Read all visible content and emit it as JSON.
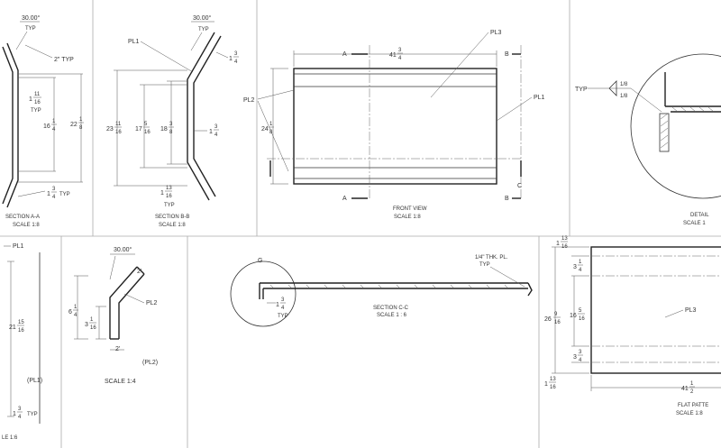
{
  "views": {
    "section_aa": {
      "title": "SECTION A-A",
      "scale": "SCALE 1:8",
      "angle_callout": "30.00°",
      "angle_typ": "TYP",
      "flange_callout": "2\" TYP",
      "dims": {
        "d1_whole": "1",
        "d1_num": "11",
        "d1_den": "16",
        "d1_note": "TYP",
        "d2_whole": "16",
        "d2_num": "1",
        "d2_den": "4",
        "d3_whole": "22",
        "d3_num": "1",
        "d3_den": "8",
        "d4_whole": "1",
        "d4_num": "3",
        "d4_den": "4",
        "d4_note": "TYP"
      }
    },
    "section_bb": {
      "title": "SECTION B-B",
      "scale": "SCALE 1:8",
      "part_label": "PL1",
      "angle_callout": "30.00°",
      "angle_typ": "TYP",
      "dims": {
        "d1_whole": "23",
        "d1_num": "11",
        "d1_den": "16",
        "d2_whole": "17",
        "d2_num": "5",
        "d2_den": "16",
        "d3_whole": "18",
        "d3_num": "3",
        "d3_den": "8",
        "d4_whole": "1",
        "d4_num": "3",
        "d4_den": "4",
        "d5_whole": "1",
        "d5_num": "3",
        "d5_den": "4",
        "d6_whole": "1",
        "d6_num": "13",
        "d6_den": "16",
        "d6_note": "TYP"
      }
    },
    "front_view": {
      "title": "FRONT VIEW",
      "scale": "SCALE 1:8",
      "width_whole": "41",
      "width_num": "3",
      "width_den": "4",
      "height_whole": "24",
      "height_num": "1",
      "height_den": "8",
      "labels": {
        "pl3": "PL3",
        "pl2": "PL2",
        "pl1": "PL1",
        "a_top": "A",
        "a_bot": "A",
        "b_top": "B",
        "b_bot": "B",
        "c": "C"
      }
    },
    "detail": {
      "title": "DETAIL",
      "scale": "SCALE 1",
      "typ": "TYP",
      "weld_top": "1/8",
      "weld_bot": "1/8"
    },
    "pl1_view": {
      "label_top": "PL1",
      "height_whole": "21",
      "height_num": "15",
      "height_den": "16",
      "part_note": "(PL1)",
      "bottom_whole": "1",
      "bottom_num": "3",
      "bottom_den": "4",
      "bottom_note": "TYP",
      "scale": "LE 1:6"
    },
    "pl2_view": {
      "angle": "30.00°",
      "flange_top": "2'",
      "flange_bottom": "2'",
      "label": "PL2",
      "part_note": "(PL2)",
      "scale": "SCALE 1:4",
      "d1_whole": "6",
      "d1_num": "1",
      "d1_den": "4",
      "d2_whole": "3",
      "d2_num": "1",
      "d2_den": "16"
    },
    "section_cc": {
      "title": "SECTION C-C",
      "scale": "SCALE 1 : 6",
      "thk_note": "1/4\" THK. PL.",
      "thk_typ": "TYP",
      "detail_marker": "G",
      "dim_whole": "1",
      "dim_num": "3",
      "dim_den": "4",
      "dim_note": "TYP"
    },
    "flat_pattern": {
      "title": "FLAT PATTE",
      "scale": "SCALE 1:8",
      "label": "PL3",
      "d_top_whole": "1",
      "d_top_num": "13",
      "d_top_den": "16",
      "d_a_whole": "3",
      "d_a_num": "1",
      "d_a_den": "4",
      "d_b_whole": "26",
      "d_b_num": "9",
      "d_b_den": "16",
      "d_c_whole": "16",
      "d_c_num": "5",
      "d_c_den": "16",
      "d_d_whole": "3",
      "d_d_num": "3",
      "d_d_den": "4",
      "d_bot_whole": "1",
      "d_bot_num": "13",
      "d_bot_den": "16",
      "width_whole": "41",
      "width_num": "1",
      "width_den": "2"
    }
  }
}
